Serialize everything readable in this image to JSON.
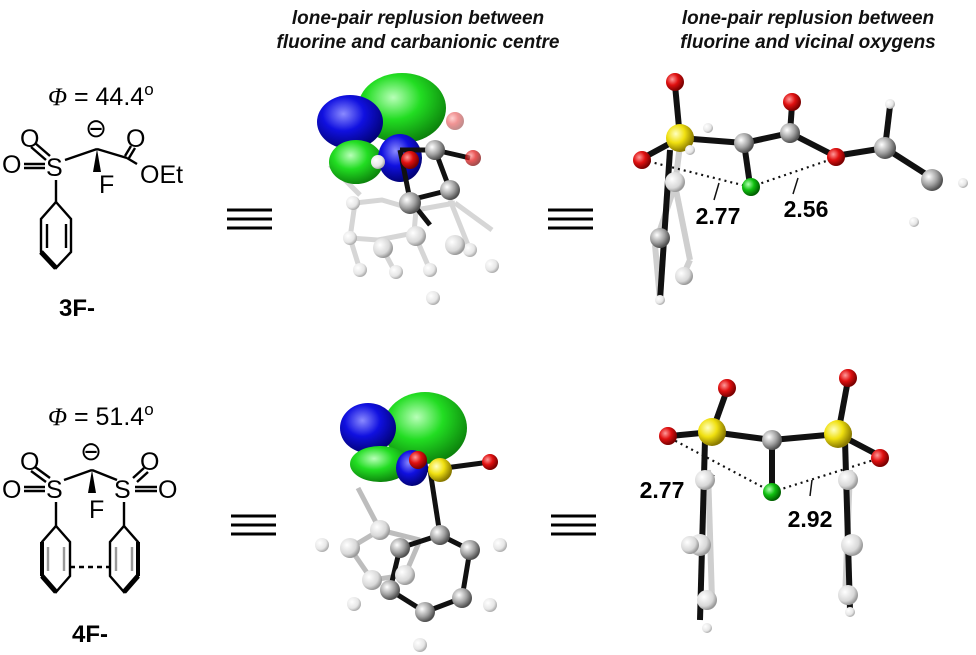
{
  "headers": {
    "middle_line1": "lone-pair replusion between",
    "middle_line2": "fluorine and carbanionic centre",
    "right_line1": "lone-pair replusion between",
    "right_line2": "fluorine and vicinal oxygens"
  },
  "row1": {
    "phi_symbol": "Φ",
    "phi_value": " = 44.4",
    "phi_degree": "o",
    "charge": "⊖",
    "atoms": {
      "o1": "O",
      "o2": "O",
      "s": "S",
      "f": "F",
      "oet": "OEt",
      "o3": "O"
    },
    "compound": "3F-",
    "equiv": "≡",
    "distances": [
      "2.77",
      "2.56"
    ]
  },
  "row2": {
    "phi_symbol": "Φ",
    "phi_value": " = 51.4",
    "phi_degree": "o",
    "charge": "⊖",
    "atoms": {
      "o1": "O",
      "o2": "O",
      "s1": "S",
      "s2": "S",
      "f": "F",
      "o3": "O",
      "o4": "O"
    },
    "compound": "4F-",
    "equiv": "≡",
    "distances": [
      "2.77",
      "2.92"
    ]
  },
  "colors": {
    "oxygen": "#e01010",
    "sulfur": "#f0e010",
    "fluorine": "#10c010",
    "carbon": "#a8a8a8",
    "lobe_green": "#22dd22",
    "lobe_blue": "#1010e0"
  }
}
